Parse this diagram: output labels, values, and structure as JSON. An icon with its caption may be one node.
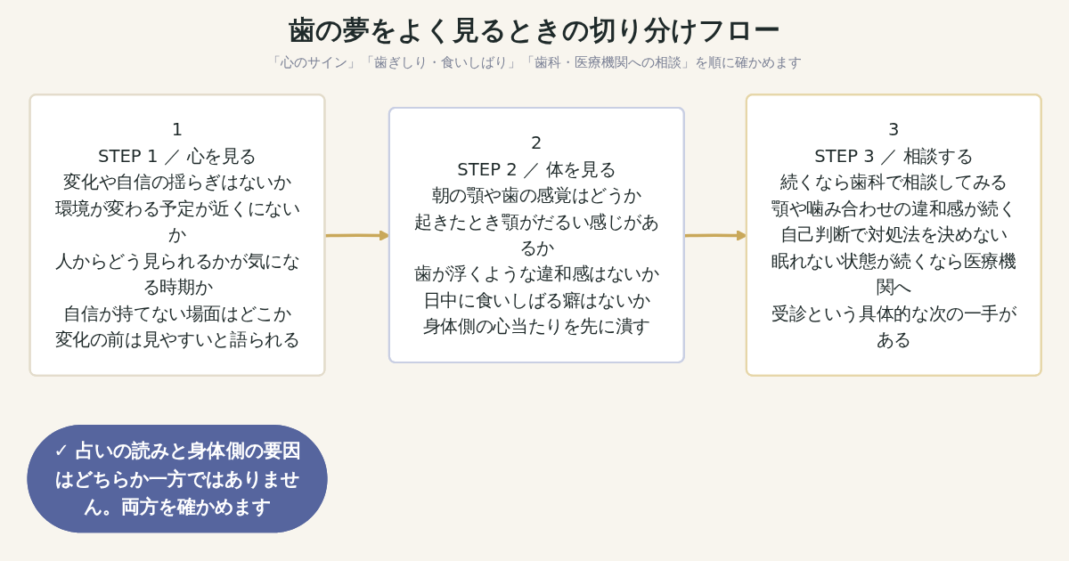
{
  "diagram": {
    "title": "歯の夢をよく見るときの切り分けフロー",
    "nodes": [
      {
        "text": [
          "1",
          "STEP 1 ／ 心を見る",
          "変化や自信の揺らぎはないか",
          "環境が変わる予定が近くにないか",
          "人からどう見られるかが気になる時期か",
          "自信が持てない場面はどこか",
          "変化の前は見やすいと語られる"
        ]
      },
      {
        "text": [
          "2",
          "STEP 2 ／ 体を見る",
          "朝の顎や歯の感覚はどうか",
          "起きたとき顎がだるい感じがあるか",
          "歯が浮くような違和感はないか",
          "日中に食いしばる癖はないか",
          "身体側の心当たりを先に潰す"
        ]
      },
      {
        "text": [
          "3",
          "STEP 3 ／ 相談する",
          "続くなら歯科で相談してみる",
          "顎や噛み合わせの違和感が続く",
          "自己判断で対処法を決めない",
          "眠れない状態が続くなら医療機関へ",
          "受診という具体的な次の一手がある"
        ]
      },
      {
        "text": [
          "✓ 占いの読みと身体側の要因はどちらか一方ではありません。両方を確かめます"
        ]
      }
    ],
    "edges": [
      {
        "from": 0,
        "to": 1,
        "arrow": "to"
      },
      {
        "from": 1,
        "to": 2,
        "arrow": "to"
      }
    ],
    "labels": [
      "「心のサイン」「歯ぎしり・食いしばり」「歯科・医療機関への相談」を順に確かめます"
    ]
  }
}
